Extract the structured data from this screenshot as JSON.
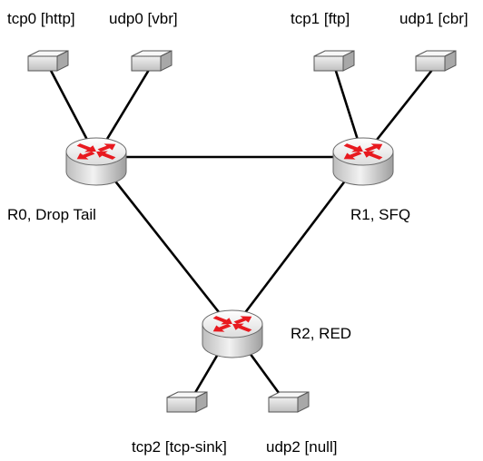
{
  "colors": {
    "background": "#ffffff",
    "link": "#000000",
    "router_body": "#e4e4e4",
    "router_top": "#f4f4f4",
    "arrow": "#e8191f",
    "host_body": "#dadada"
  },
  "routers": [
    {
      "id": "r0",
      "label": "R0, Drop Tail",
      "icon": "router-icon"
    },
    {
      "id": "r1",
      "label": "R1, SFQ",
      "icon": "router-icon"
    },
    {
      "id": "r2",
      "label": "R2, RED",
      "icon": "router-icon"
    }
  ],
  "hosts": [
    {
      "id": "tcp0",
      "label": "tcp0 [http]",
      "router": "r0",
      "icon": "host-icon"
    },
    {
      "id": "udp0",
      "label": "udp0 [vbr]",
      "router": "r0",
      "icon": "host-icon"
    },
    {
      "id": "tcp1",
      "label": "tcp1 [ftp]",
      "router": "r1",
      "icon": "host-icon"
    },
    {
      "id": "udp1",
      "label": "udp1 [cbr]",
      "router": "r1",
      "icon": "host-icon"
    },
    {
      "id": "tcp2",
      "label": "tcp2 [tcp-sink]",
      "router": "r2",
      "icon": "host-icon"
    },
    {
      "id": "udp2",
      "label": "udp2 [null]",
      "router": "r2",
      "icon": "host-icon"
    }
  ],
  "links": [
    {
      "from": "r0",
      "to": "r1"
    },
    {
      "from": "r0",
      "to": "r2"
    },
    {
      "from": "r1",
      "to": "r2"
    },
    {
      "from": "tcp0",
      "to": "r0"
    },
    {
      "from": "udp0",
      "to": "r0"
    },
    {
      "from": "tcp1",
      "to": "r1"
    },
    {
      "from": "udp1",
      "to": "r1"
    },
    {
      "from": "tcp2",
      "to": "r2"
    },
    {
      "from": "udp2",
      "to": "r2"
    }
  ]
}
